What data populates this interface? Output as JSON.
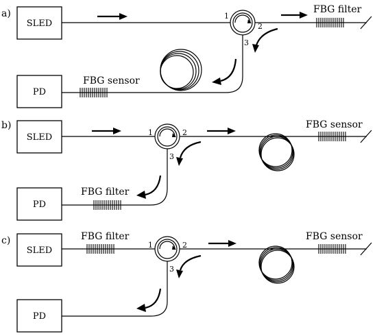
{
  "panels": [
    {
      "tag": "a)",
      "source": "SLED",
      "detector": "PD",
      "top_grating_label": "FBG filter",
      "bottom_grating_label": "FBG sensor",
      "ports": [
        "1",
        "2",
        "3"
      ]
    },
    {
      "tag": "b)",
      "source": "SLED",
      "detector": "PD",
      "top_grating_label": "FBG sensor",
      "bottom_grating_label": "FBG filter",
      "ports": [
        "1",
        "2",
        "3"
      ]
    },
    {
      "tag": "c)",
      "source": "SLED",
      "detector": "PD",
      "source_grating_label": "FBG filter",
      "top_grating_label": "FBG sensor",
      "ports": [
        "1",
        "2",
        "3"
      ]
    }
  ]
}
